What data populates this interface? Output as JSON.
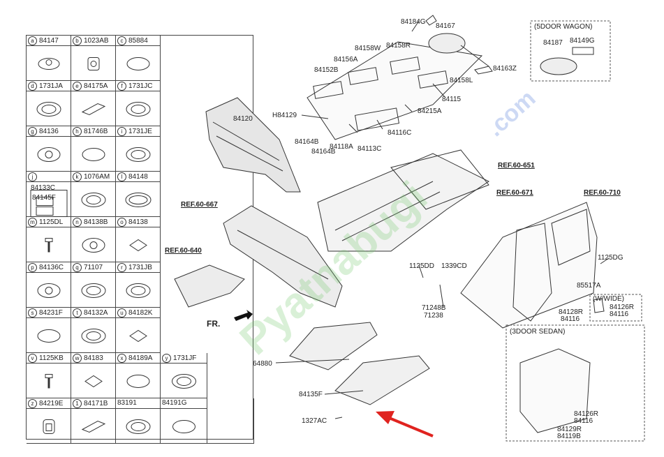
{
  "legend": [
    {
      "letter": "a",
      "part": "84147",
      "shape": "cap"
    },
    {
      "letter": "b",
      "part": "1023AB",
      "shape": "nut"
    },
    {
      "letter": "c",
      "part": "85884",
      "shape": "disc"
    },
    {
      "letter": "d",
      "part": "1731JA",
      "shape": "grommet"
    },
    {
      "letter": "e",
      "part": "84175A",
      "shape": "pad"
    },
    {
      "letter": "f",
      "part": "1731JC",
      "shape": "grommet"
    },
    {
      "letter": "g",
      "part": "84136",
      "shape": "plug"
    },
    {
      "letter": "h",
      "part": "81746B",
      "shape": "disc"
    },
    {
      "letter": "i",
      "part": "1731JE",
      "shape": "grommet"
    },
    {
      "letter": "j",
      "part": "",
      "shape": "none"
    },
    {
      "letter": "k",
      "part": "1076AM",
      "shape": "grommet"
    },
    {
      "letter": "l",
      "part": "84148",
      "shape": "oval"
    },
    {
      "letter": "m",
      "part": "1125DL",
      "shape": "bolt"
    },
    {
      "letter": "n",
      "part": "84138B",
      "shape": "plug"
    },
    {
      "letter": "o",
      "part": "84138",
      "shape": "diamond"
    },
    {
      "letter": "p",
      "part": "84136C",
      "shape": "plug"
    },
    {
      "letter": "q",
      "part": "71107",
      "shape": "grommet"
    },
    {
      "letter": "r",
      "part": "1731JB",
      "shape": "grommet"
    },
    {
      "letter": "s",
      "part": "84231F",
      "shape": "disc"
    },
    {
      "letter": "t",
      "part": "84132A",
      "shape": "grommet"
    },
    {
      "letter": "u",
      "part": "84182K",
      "shape": "diamond"
    },
    {
      "letter": "v",
      "part": "1125KB",
      "shape": "bolt"
    },
    {
      "letter": "w",
      "part": "84183",
      "shape": "diamond"
    },
    {
      "letter": "x",
      "part": "84189A",
      "shape": "disc"
    },
    {
      "letter": "y",
      "part": "1731JF",
      "shape": "grommet"
    },
    {
      "letter": "z",
      "part": "84219E",
      "shape": "clip"
    },
    {
      "letter": "1",
      "part": "84171B",
      "shape": "pad"
    },
    {
      "letter": "",
      "part": "83191",
      "shape": "grommet"
    },
    {
      "letter": "",
      "part": "84191G",
      "shape": "disc"
    }
  ],
  "legend_j": {
    "part_outer": "84133C",
    "part_inner": "84145F"
  },
  "labels": [
    {
      "id": "84184G",
      "text": "84184G"
    },
    {
      "id": "84167",
      "text": "84167"
    },
    {
      "id": "84158W",
      "text": "84158W"
    },
    {
      "id": "84158R",
      "text": "84158R"
    },
    {
      "id": "84156A",
      "text": "84156A"
    },
    {
      "id": "84152B",
      "text": "84152B"
    },
    {
      "id": "84163Z",
      "text": "84163Z"
    },
    {
      "id": "84158L",
      "text": "84158L"
    },
    {
      "id": "84115",
      "text": "84115"
    },
    {
      "id": "84215A",
      "text": "84215A"
    },
    {
      "id": "84120",
      "text": "84120"
    },
    {
      "id": "H84129",
      "text": "H84129"
    },
    {
      "id": "84164B-a",
      "text": "84164B"
    },
    {
      "id": "84164B-b",
      "text": "84164B"
    },
    {
      "id": "84118A",
      "text": "84118A"
    },
    {
      "id": "84113C",
      "text": "84113C"
    },
    {
      "id": "84116C",
      "text": "84116C"
    },
    {
      "id": "1125DD",
      "text": "1125DD"
    },
    {
      "id": "1339CD",
      "text": "1339CD"
    },
    {
      "id": "71248B",
      "text": "71248B"
    },
    {
      "id": "71238",
      "text": "71238"
    },
    {
      "id": "1125DG",
      "text": "1125DG"
    },
    {
      "id": "85517A",
      "text": "85517A"
    },
    {
      "id": "84128R",
      "text": "84128R"
    },
    {
      "id": "84116-main",
      "text": "84116"
    },
    {
      "id": "64880",
      "text": "64880"
    },
    {
      "id": "84135F",
      "text": "84135F"
    },
    {
      "id": "1327AC",
      "text": "1327AC"
    }
  ],
  "refs": [
    "REF.60-651",
    "REF.60-671",
    "REF.60-710",
    "REF.60-667",
    "REF.60-640"
  ],
  "fr_label": "FR.",
  "wagon_box": {
    "title": "(5DOOR WAGON)",
    "part_a": "84187",
    "part_b": "84149G"
  },
  "wwide_box": {
    "title": "(W/WIDE)",
    "part_a": "84126R",
    "part_b": "84116"
  },
  "sedan_box": {
    "title": "(3DOOR SEDAN)",
    "parts": [
      "84126R",
      "84116",
      "84129R",
      "84119B"
    ]
  },
  "watermark": {
    "main": "Pyatnabugi",
    "sub": ".com"
  },
  "colors": {
    "line": "#333333",
    "arrow": "#e0231f",
    "watermark_green": "#8fd07f",
    "watermark_blue": "#6f8fdf"
  }
}
